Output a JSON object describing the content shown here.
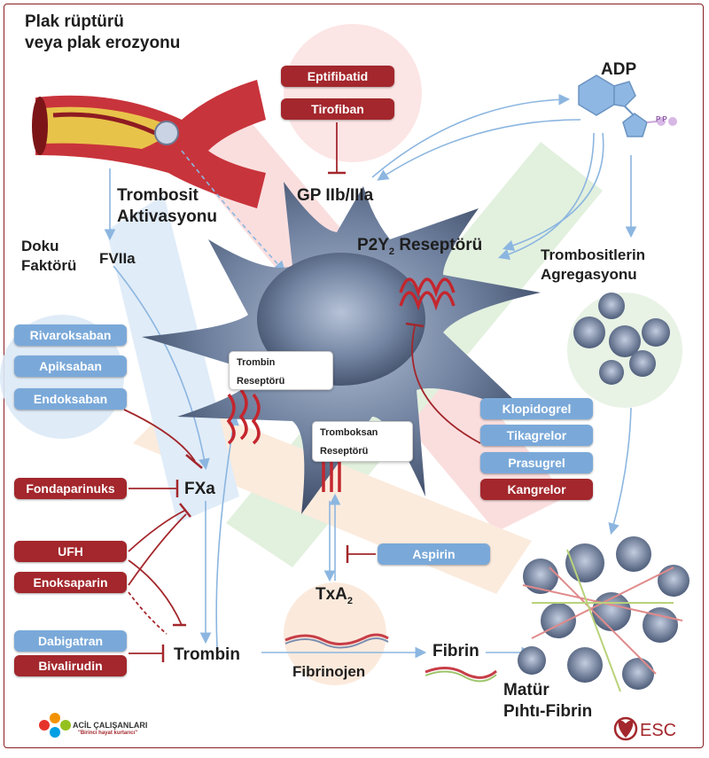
{
  "labels": {
    "plaque": "Plak rüptürü",
    "plaque2": "veya plak erozyonu",
    "platelet_act1": "Trombosit",
    "platelet_act2": "Aktivasyonu",
    "tissue_factor1": "Doku",
    "tissue_factor2": "Faktörü",
    "fviia": "FVIIa",
    "gp": "GP IIb/IIIa",
    "p2y_pre": "P2Y",
    "p2y_sub": "2",
    "p2y_post": "Reseptörü",
    "adp": "ADP",
    "aggregation1": "Trombositlerin",
    "aggregation2": "Agregasyonu",
    "thrombin_rec1": "Trombin",
    "thrombin_rec2": "Reseptörü",
    "thromboxane_rec1": "Tromboksan",
    "thromboxane_rec2": "Reseptörü",
    "fxa": "FXa",
    "thrombin": "Trombin",
    "txa_pre": "TxA",
    "txa_sub": "2",
    "fibrinogen": "Fibrinojen",
    "fibrin": "Fibrin",
    "mature1": "Matür",
    "mature2": "Pıhtı-Fibrin",
    "pp": "P  P",
    "logo_acil": "ACİL ÇALIŞANLARI",
    "logo_tagline": "\"Birinci hayat kurtarıcı\"",
    "esc": "ESC"
  },
  "drugs": {
    "eptifibatid": "Eptifibatid",
    "tirofiban": "Tirofiban",
    "rivaroksaban": "Rivaroksaban",
    "apiksaban": "Apiksaban",
    "endoksaban": "Endoksaban",
    "fondaparinuks": "Fondaparinuks",
    "ufh": "UFH",
    "enoksaparin": "Enoksaparin",
    "dabigatran": "Dabigatran",
    "bivalirudin": "Bivalirudin",
    "klopidogrel": "Klopidogrel",
    "tikagrelor": "Tikagrelor",
    "prasugrel": "Prasugrel",
    "kangrelor": "Kangrelor",
    "aspirin": "Aspirin"
  },
  "colors": {
    "inhibitor_red": "#a3272c",
    "inhibitor_blue": "#7aa9d9",
    "arrow_blue": "#8cb6e0",
    "platelet": "#5d6f8f"
  }
}
